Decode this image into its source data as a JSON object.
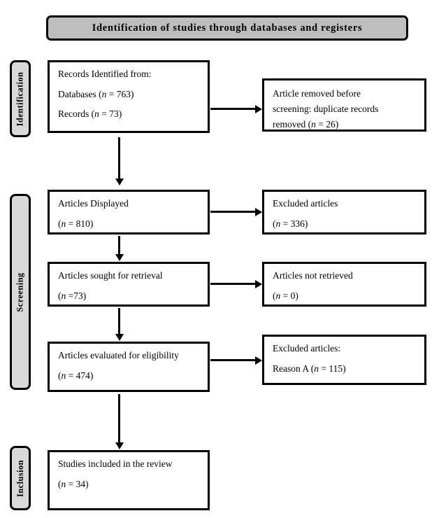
{
  "banner": {
    "title": "Identification  of studies through  databases  and  registers"
  },
  "phases": [
    {
      "label": "Identification"
    },
    {
      "label": "Screening"
    },
    {
      "label": "Inclusion"
    }
  ],
  "boxes": {
    "records_identified": {
      "line1": "Records Identified from:",
      "line2_prefix": "Databases (",
      "line2_italic": "n",
      "line2_suffix": " = 763)",
      "line3_prefix": "Records (",
      "line3_italic": "n",
      "line3_suffix": " = 73)"
    },
    "records_removed": {
      "line1": "Article removed before",
      "line2": "screening: duplicate records",
      "line3_prefix": "removed (",
      "line3_italic": "n",
      "line3_suffix": " = 26)"
    },
    "articles_displayed": {
      "line1": "Articles Displayed",
      "line2_prefix": "(",
      "line2_italic": "n",
      "line2_suffix": " = 810)"
    },
    "excluded_articles": {
      "line1": "Excluded  articles",
      "line2_prefix": "(",
      "line2_italic": "n",
      "line2_suffix": " = 336)"
    },
    "articles_sought": {
      "line1": "Articles sought for retrieval",
      "line2_prefix": "(",
      "line2_italic": "n",
      "line2_suffix": " =73)"
    },
    "articles_not_retrieved": {
      "line1": "Articles  not retrieved",
      "line2_prefix": "(",
      "line2_italic": "n",
      "line2_suffix": " = 0)"
    },
    "articles_eligibility": {
      "line1": "Articles evaluated for eligibility",
      "line2_prefix": "(",
      "line2_italic": "n",
      "line2_suffix": " = 474)"
    },
    "excluded_reasons": {
      "line1": "Excluded  articles:",
      "line2_prefix": "Reason A (",
      "line2_italic": "n",
      "line2_suffix": " = 115)"
    },
    "studies_included": {
      "line1": "Studies included in the review",
      "line2_prefix": "(",
      "line2_italic": "n",
      "line2_suffix": " = 34)"
    }
  },
  "colors": {
    "banner_fill": "#bebebe",
    "phase_fill": "#d9d9d9",
    "stroke": "#000000",
    "box_fill": "#ffffff"
  }
}
